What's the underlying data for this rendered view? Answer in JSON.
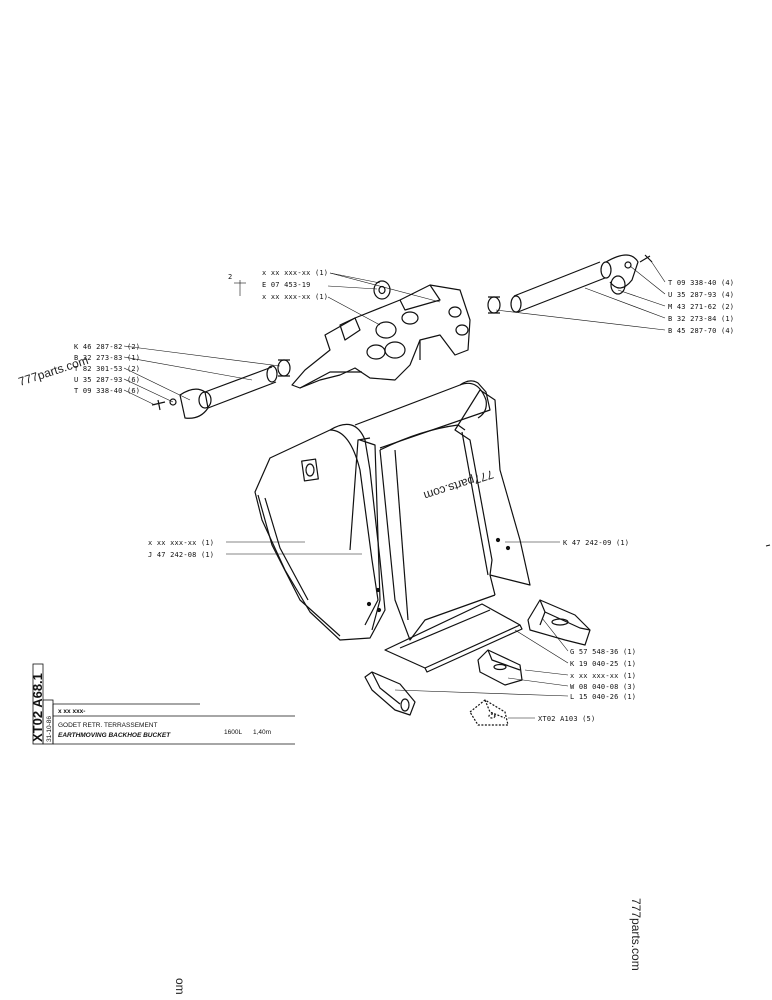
{
  "callouts": [
    {
      "id": "c1",
      "text": "x xx xxx-xx (1)"
    },
    {
      "id": "c2",
      "text": "E 07 453-19"
    },
    {
      "id": "c3",
      "text": "x xx xxx-xx (1)"
    },
    {
      "id": "c4",
      "text": "T 09 338-40 (4)"
    },
    {
      "id": "c5",
      "text": "U 35 287-93 (4)"
    },
    {
      "id": "c6",
      "text": "M 43 271-62 (2)"
    },
    {
      "id": "c7",
      "text": "B 32 273-84 (1)"
    },
    {
      "id": "c8",
      "text": "B 45 287-70 (4)"
    },
    {
      "id": "c9",
      "text": "K 46 287-82 (2)"
    },
    {
      "id": "c10",
      "text": "B 32 273-83 (1)"
    },
    {
      "id": "c11",
      "text": "T 82 301-53 (2)"
    },
    {
      "id": "c12",
      "text": "U 35 287-93 (6)"
    },
    {
      "id": "c13",
      "text": "T 09 338-40 (6)"
    },
    {
      "id": "c14",
      "text": "x xx xxx-xx (1)"
    },
    {
      "id": "c15",
      "text": "J 47 242-08 (1)"
    },
    {
      "id": "c16",
      "text": "K 47 242-09 (1)"
    },
    {
      "id": "c17",
      "text": "G 57 548-36 (1)"
    },
    {
      "id": "c18",
      "text": "K 19 040-25 (1)"
    },
    {
      "id": "c19",
      "text": "x xx xxx-xx (1)"
    },
    {
      "id": "c20",
      "text": "W 08 040-08 (3)"
    },
    {
      "id": "c21",
      "text": "L 15 040-26 (1)"
    },
    {
      "id": "c22",
      "text": "XT02  A103  (5)"
    }
  ],
  "qty_marker": "2",
  "watermarks": {
    "left": "777parts.com",
    "center": "777parts.com",
    "bottom_right": "777parts.com",
    "bottom_fragment": "om"
  },
  "title_block": {
    "code": "XT02  A68.1",
    "date": "31-10-86",
    "part_ref": "x xx xxx-",
    "name_fr": "GODET RETR. TERRASSEMENT",
    "name_en": "EARTHMOVING BACKHOE BUCKET",
    "capacity": "1600L",
    "width": "1,40m"
  }
}
